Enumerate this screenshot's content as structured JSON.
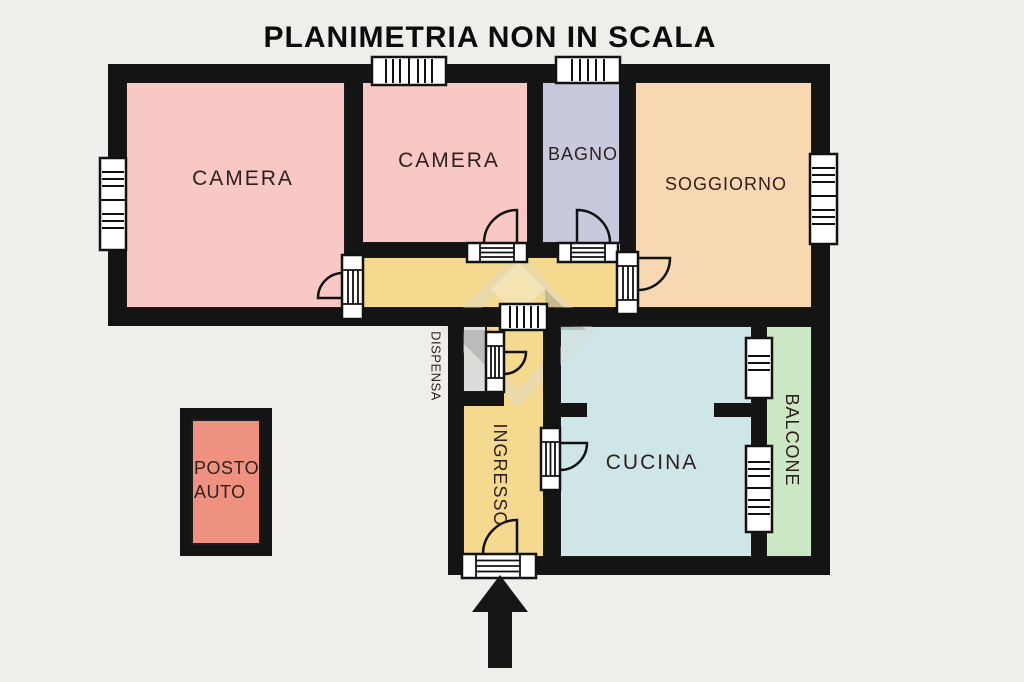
{
  "title": "PLANIMETRIA NON IN SCALA",
  "rooms": {
    "camera1": {
      "label": "CAMERA",
      "color": "#f8c8c5"
    },
    "camera2": {
      "label": "CAMERA",
      "color": "#f8c8c5"
    },
    "bagno": {
      "label": "BAGNO",
      "color": "#c8c9dd"
    },
    "soggiorno": {
      "label": "SOGGIORNO",
      "color": "#f8d8b2"
    },
    "corridoio": {
      "color": "#f4d98f"
    },
    "dispensa": {
      "label": "DISPENSA",
      "color": "#dedcda"
    },
    "ingresso": {
      "label": "INGRESSO",
      "color": "#f4d98f"
    },
    "cucina": {
      "label": "CUCINA",
      "color": "#cfe6e9"
    },
    "balcone": {
      "label": "BALCONE",
      "color": "#cce7c4"
    },
    "posto_auto": {
      "label_line1": "POSTO",
      "label_line2": "AUTO",
      "color": "#ee9181"
    }
  },
  "colors": {
    "background": "#f0eeeb",
    "wall": "#141414",
    "label_text": "#30201d",
    "title_text": "#0c0c0c",
    "window_fill": "#ffffff",
    "arrow": "#161616",
    "watermark": "#7a7a7a"
  },
  "icons": {
    "entrance_arrow": "up-arrow",
    "window": "window-symbol",
    "door": "door-swing-symbol"
  }
}
